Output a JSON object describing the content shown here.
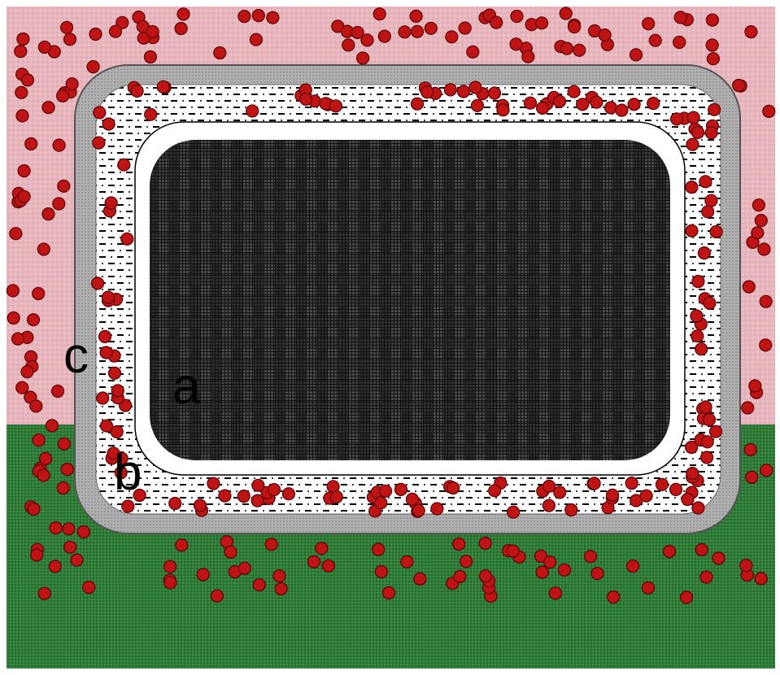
{
  "labels": {
    "a": "a",
    "b": "b",
    "c": "c"
  },
  "colors": {
    "upper_background": "#e8b8be",
    "lower_background": "#2f7a36",
    "outer_border": "#a8a8a8",
    "white_band": "#ffffff",
    "inner_core": "#2c2c2c",
    "particle": "#c01414",
    "particle_outline": "#5a0000"
  }
}
